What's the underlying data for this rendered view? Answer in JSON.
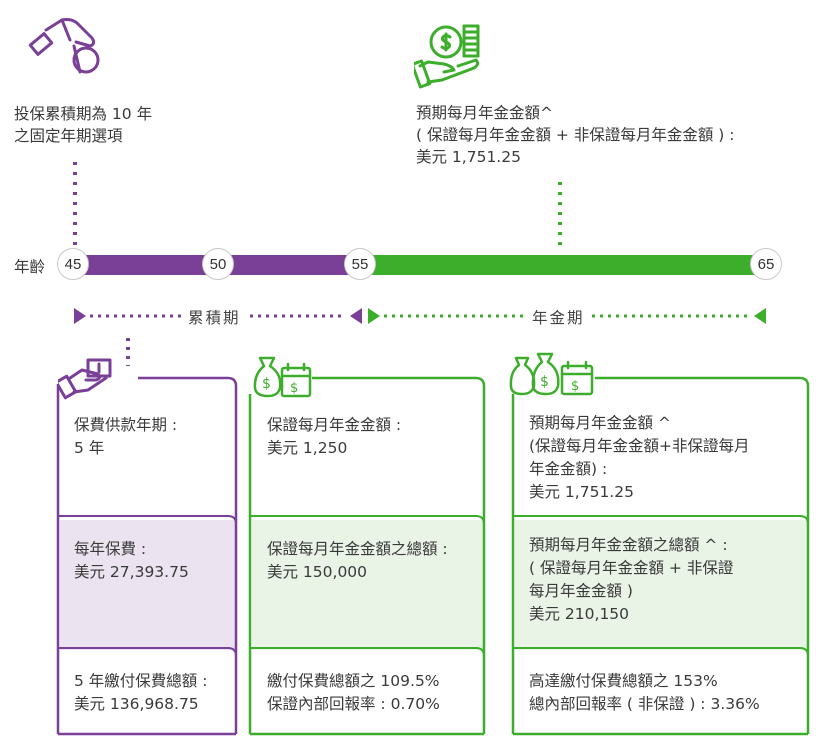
{
  "colors": {
    "purple": "#7a3f96",
    "green": "#3dae2b",
    "purple_shade": "#ebe3f0",
    "green_shade": "#e9f3e6"
  },
  "top_left": {
    "icon": "hand-coin-icon",
    "text": "投保累積期為 10 年\n之固定年期選項"
  },
  "top_right": {
    "icon": "hand-coins-stack-icon",
    "text": "預期每月年金金額^\n( 保證每月年金金額 + 非保證每月年金金額 ) :\n美元 1,751.25"
  },
  "timeline": {
    "label": "年齡",
    "ages": [
      "45",
      "50",
      "55",
      "65"
    ]
  },
  "periods": {
    "accumulation": "累積期",
    "annuity": "年金期"
  },
  "box1": {
    "icon": "hand-bill-icon",
    "sec1": "保費供款年期 :\n5 年",
    "sec2": "每年保費 :\n美元 27,393.75",
    "sec3": "5 年繳付保費總額 :\n美元 136,968.75"
  },
  "box2": {
    "icon": "money-bag-calendar-icon",
    "sec1": "保證每月年金金額 :\n美元 1,250",
    "sec2": "保證每月年金金額之總額 :\n美元 150,000",
    "sec3": "繳付保費總額之 109.5%\n保證內部回報率 : 0.70%"
  },
  "box3": {
    "icon": "money-bags-calendar-icon",
    "sec1": "預期每月年金金額 ^\n(保證每月年金金額+非保證每月\n年金金額) :\n美元 1,751.25",
    "sec2": "預期每月年金金額之總額 ^ :\n( 保證每月年金金額 + 非保證\n每月年金金額 )\n美元 210,150",
    "sec3": "高達繳付保費總額之 153%\n總內部回報率 ( 非保證 ) : 3.36%"
  }
}
